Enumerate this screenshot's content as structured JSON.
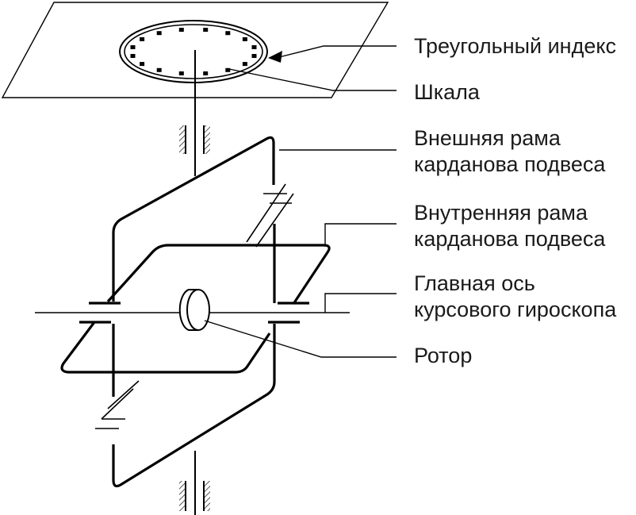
{
  "labels": {
    "triangular_index": "Треугольный индекс",
    "scale": "Шкала",
    "outer_frame_line1": "Внешняя рама",
    "outer_frame_line2": "карданова подвеса",
    "inner_frame_line1": "Внутренняя рама",
    "inner_frame_line2": "карданова подвеса",
    "main_axis_line1": "Главная ось",
    "main_axis_line2": "курсового гироскопа",
    "rotor": "Ротор"
  },
  "colors": {
    "line": "#000000",
    "hatch": "#555555",
    "text": "#1a1a1a",
    "background": "#ffffff"
  }
}
